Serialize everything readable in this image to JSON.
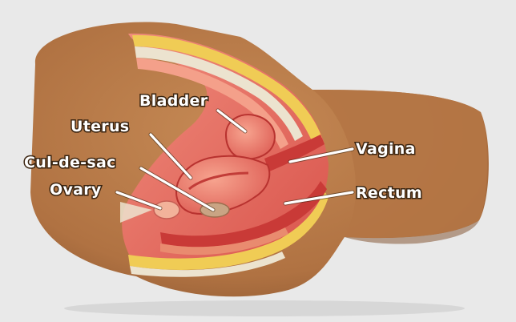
{
  "labels": {
    "bladder": "Bladder",
    "uterus": "Uterus",
    "cul_de_sac": "Cul-de-sac",
    "ovary": "Ovary",
    "vagina": "Vagina",
    "rectum": "Rectum"
  },
  "colors": {
    "background": "#e9e9e9",
    "skin": "#b97b48",
    "skin_shadow": "#8a5630",
    "tissue": "#e66a63",
    "deep_tissue": "#c93a37",
    "fat": "#f0cc55",
    "membrane": "#ece3cf"
  }
}
